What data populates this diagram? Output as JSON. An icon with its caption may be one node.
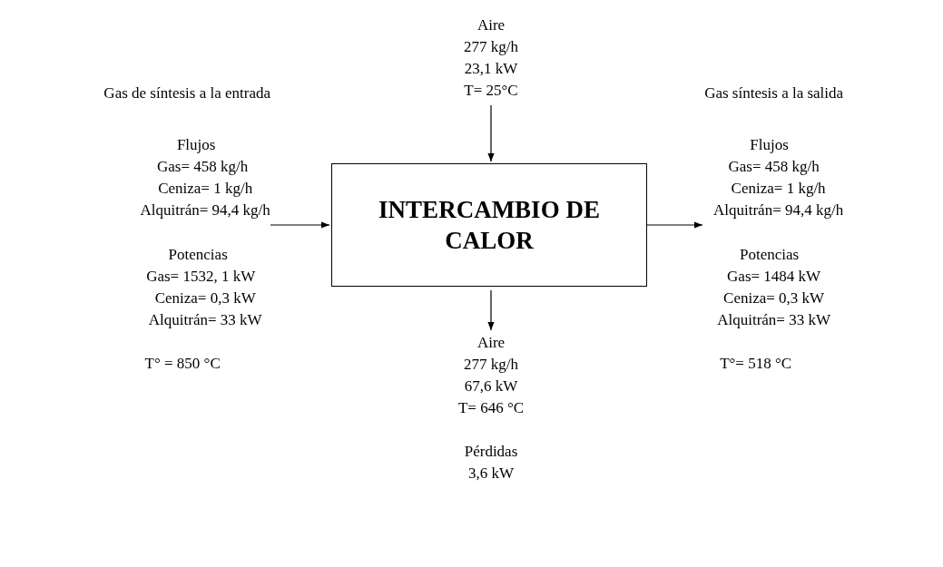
{
  "diagram": {
    "nodes": [
      {
        "text": [
          "Gas de síntesis a la entrada",
          "Flujos",
          "Gas= 458 kg/h",
          "Ceniza= 1 kg/h",
          "Alquitrán= 94,4 kg/h",
          "Potencias",
          "Gas= 1532, 1 kW",
          "Ceniza= 0,3 kW",
          "Alquitrán= 33 kW",
          "T° = 850 °C"
        ]
      },
      {
        "text": [
          "Aire",
          "277 kg/h",
          "23,1 kW",
          "T= 25°C"
        ]
      },
      {
        "text": [
          "INTERCAMBIO DE CALOR"
        ]
      },
      {
        "text": [
          "Gas síntesis a la salida",
          "Flujos",
          "Gas= 458 kg/h",
          "Ceniza= 1 kg/h",
          "Alquitrán= 94,4 kg/h",
          "Potencias",
          "Gas= 1484 kW",
          "Ceniza= 0,3 kW",
          "Alquitrán= 33 kW",
          "T°= 518 °C"
        ]
      },
      {
        "text": [
          "Aire",
          "277 kg/h",
          "67,6 kW",
          "T= 646 °C"
        ]
      }
    ],
    "edges": [
      {
        "from": 0,
        "to": 2,
        "arrow": "to"
      },
      {
        "from": 1,
        "to": 2,
        "arrow": "to"
      },
      {
        "from": 2,
        "to": 3,
        "arrow": "to"
      },
      {
        "from": 2,
        "to": 4,
        "arrow": "to"
      }
    ],
    "labels": [
      "Pérdidas",
      "3,6 kW"
    ]
  }
}
